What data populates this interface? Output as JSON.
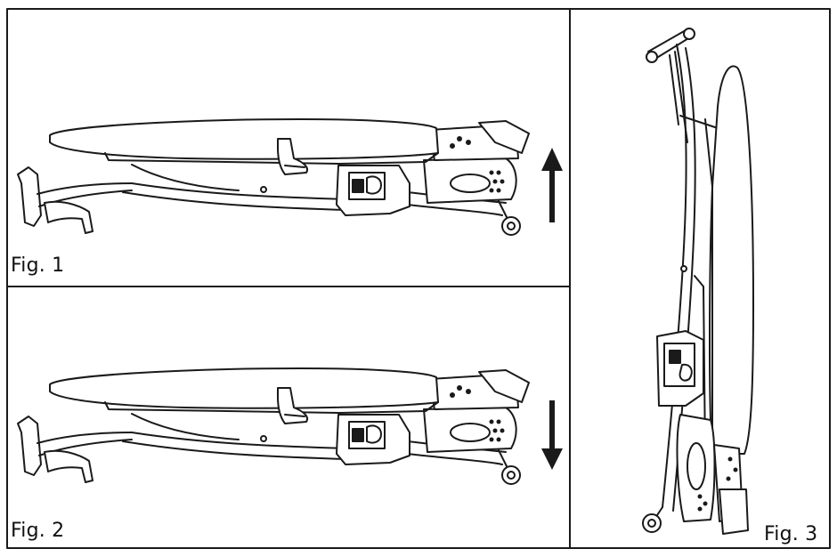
{
  "figures": [
    {
      "label": "Fig. 1",
      "arrow": "up"
    },
    {
      "label": "Fig. 2",
      "arrow": "down"
    },
    {
      "label": "Fig. 3"
    }
  ]
}
